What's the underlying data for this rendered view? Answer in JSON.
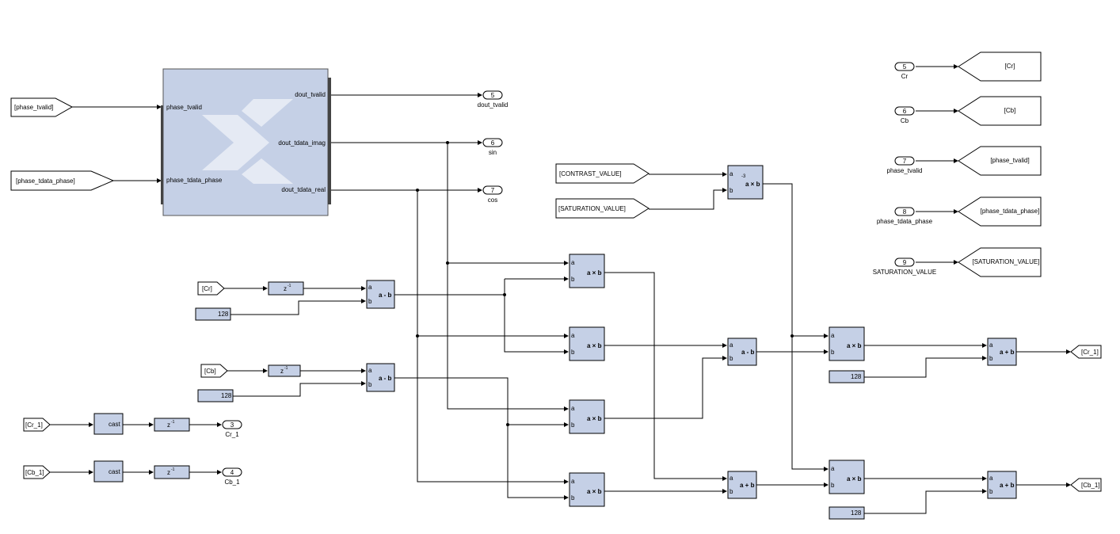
{
  "fft_block": {
    "inputs": [
      "phase_tvalid",
      "phase_tdata_phase"
    ],
    "outputs": [
      "dout_tvalid",
      "dout_tdata_imag",
      "dout_tdata_real"
    ]
  },
  "from_tags": {
    "phase_tvalid": "[phase_tvalid]",
    "phase_tdata_phase": "[phase_tdata_phase]",
    "cr": "[Cr]",
    "cb": "[Cb]",
    "cr_1": "[Cr_1]",
    "cb_1": "[Cb_1]",
    "contrast": "[CONTRAST_VALUE]",
    "saturation": "[SATURATION_VALUE]"
  },
  "goto_tags": {
    "cr": "[Cr]",
    "cb": "[Cb]",
    "phase_tvalid": "[phase_tvalid]",
    "phase_tdata_phase": "[phase_tdata_phase]",
    "saturation": "[SATURATION_VALUE]",
    "cr_1": "[Cr_1]",
    "cb_1": "[Cb_1]"
  },
  "ports": {
    "p5": {
      "num": "5",
      "label": "dout_tvalid"
    },
    "p6": {
      "num": "6",
      "label": "sin"
    },
    "p7": {
      "num": "7",
      "label": "cos"
    },
    "p3": {
      "num": "3",
      "label": "Cr_1"
    },
    "p4": {
      "num": "4",
      "label": "Cb_1"
    },
    "in5": {
      "num": "5",
      "label": "Cr"
    },
    "in6": {
      "num": "6",
      "label": "Cb"
    },
    "in7": {
      "num": "7",
      "label": "phase_tvalid"
    },
    "in8": {
      "num": "8",
      "label": "phase_tdata_phase"
    },
    "in9": {
      "num": "9",
      "label": "SATURATION_VALUE"
    }
  },
  "blocks": {
    "delay": "z",
    "delay_sup": "-1",
    "delay_sup3": "-3",
    "mult": "a × b",
    "sub": "a - b",
    "plus": "a + b",
    "cast": "cast",
    "const128": "128",
    "pin_a": "a",
    "pin_b": "b"
  }
}
